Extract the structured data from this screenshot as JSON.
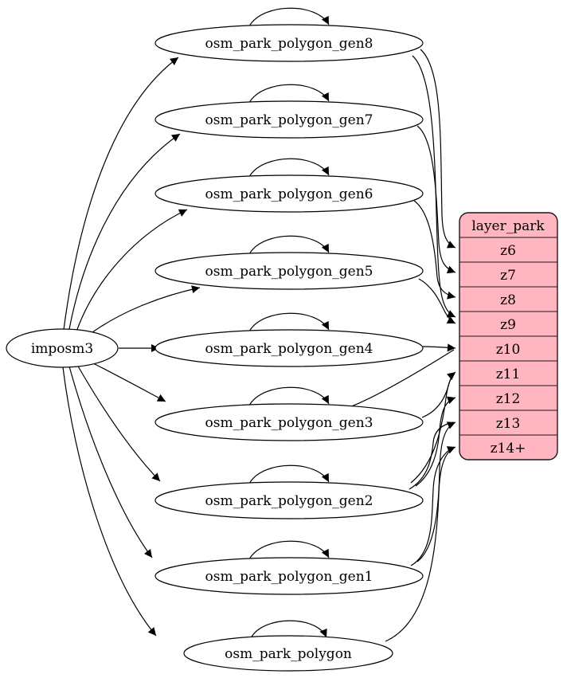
{
  "diagram": {
    "source": {
      "label": "imposm3"
    },
    "tables": [
      {
        "label": "osm_park_polygon_gen8",
        "maps_to_zoom": "z6"
      },
      {
        "label": "osm_park_polygon_gen7",
        "maps_to_zoom": "z7"
      },
      {
        "label": "osm_park_polygon_gen6",
        "maps_to_zoom": "z8"
      },
      {
        "label": "osm_park_polygon_gen5",
        "maps_to_zoom": "z9"
      },
      {
        "label": "osm_park_polygon_gen4",
        "maps_to_zoom": "z10"
      },
      {
        "label": "osm_park_polygon_gen3",
        "maps_to_zoom": "z11"
      },
      {
        "label": "osm_park_polygon_gen2",
        "maps_to_zoom": "z12"
      },
      {
        "label": "osm_park_polygon_gen1",
        "maps_to_zoom": "z13"
      },
      {
        "label": "osm_park_polygon",
        "maps_to_zoom": "z14+"
      }
    ],
    "layer_table": {
      "title": "layer_park",
      "rows": [
        "z6",
        "z7",
        "z8",
        "z9",
        "z10",
        "z11",
        "z12",
        "z13",
        "z14+"
      ]
    },
    "edges": {
      "imposm3_feeds_every_table": true,
      "each_table_has_self_loop": true
    },
    "colors": {
      "layer_fill": "#ffb6c1",
      "node_fill": "#ffffff",
      "stroke": "#000000"
    }
  }
}
